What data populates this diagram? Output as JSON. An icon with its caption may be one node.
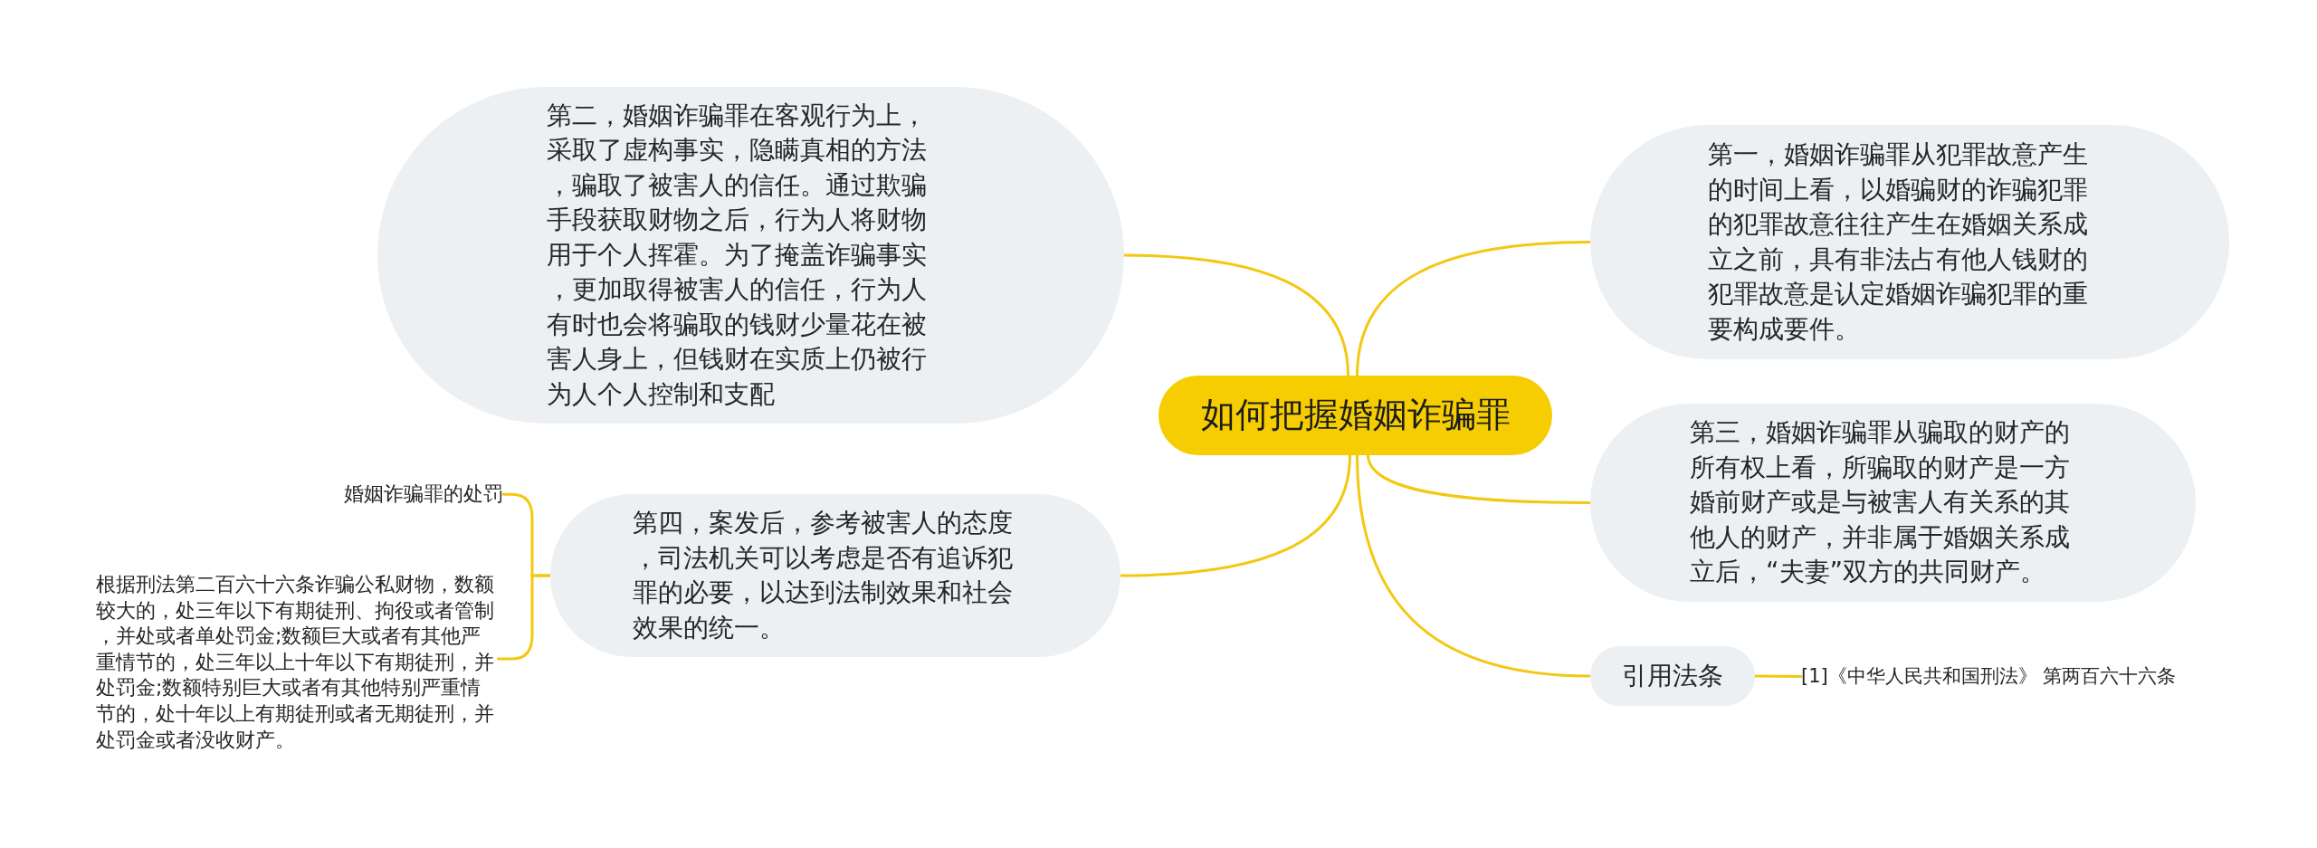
{
  "diagram": {
    "nodes": [
      {
        "text": [
          "如何把握婚姻诈骗罪"
        ]
      },
      {
        "text": [
          "第二，婚姻诈骗罪在客观行为上，采取了虚构事实，隐瞒真相的方法，骗取了被害人的信任。通过欺骗手段获取财物之后，行为人将财物用于个人挥霍。为了掩盖诈骗事实，更加取得被害人的信任，行为人有时也会将骗取的钱财少量花在被害人身上，但钱财在实质上仍被行为人个人控制和支配"
        ]
      },
      {
        "text": [
          "第一，婚姻诈骗罪从犯罪故意产生的时间上看，以婚骗财的诈骗犯罪的犯罪故意往往产生在婚姻关系成立之前，具有非法占有他人钱财的犯罪故意是认定婚姻诈骗犯罪的重要构成要件。"
        ]
      },
      {
        "text": [
          "第三，婚姻诈骗罪从骗取的财产的所有权上看，所骗取的财产是一方婚前财产或是与被害人有关系的其他人的财产，并非属于婚姻关系成立后，“夫妻”双方的共同财产。"
        ]
      },
      {
        "text": [
          "第四，案发后，参考被害人的态度，司法机关可以考虑是否有追诉犯罪的必要，以达到法制效果和社会效果的统一。"
        ]
      },
      {
        "text": [
          "婚姻诈骗罪的处罚"
        ]
      },
      {
        "text": [
          "根据刑法第二百六十六条诈骗公私财物，数额较大的，处三年以下有期徒刑、拘役或者管制，并处或者单处罚金;数额巨大或者有其他严重情节的，处三年以上十年以下有期徒刑，并处罚金;数额特别巨大或者有其他特别严重情节的，处十年以上有期徒刑或者无期徒刑，并处罚金或者没收财产。"
        ]
      },
      {
        "text": [
          "引用法条"
        ]
      },
      {
        "text": [
          "[1]《中华人民共和国刑法》 第两百六十六条"
        ]
      }
    ],
    "edges": [
      {
        "from": 0,
        "to": 1,
        "arrow": "none"
      },
      {
        "from": 0,
        "to": 2,
        "arrow": "none"
      },
      {
        "from": 0,
        "to": 3,
        "arrow": "none"
      },
      {
        "from": 0,
        "to": 7,
        "arrow": "none"
      },
      {
        "from": 0,
        "to": 4,
        "arrow": "none"
      },
      {
        "from": 4,
        "to": 5,
        "arrow": "none"
      },
      {
        "from": 4,
        "to": 6,
        "arrow": "none"
      },
      {
        "from": 7,
        "to": 8,
        "arrow": "none"
      }
    ]
  }
}
